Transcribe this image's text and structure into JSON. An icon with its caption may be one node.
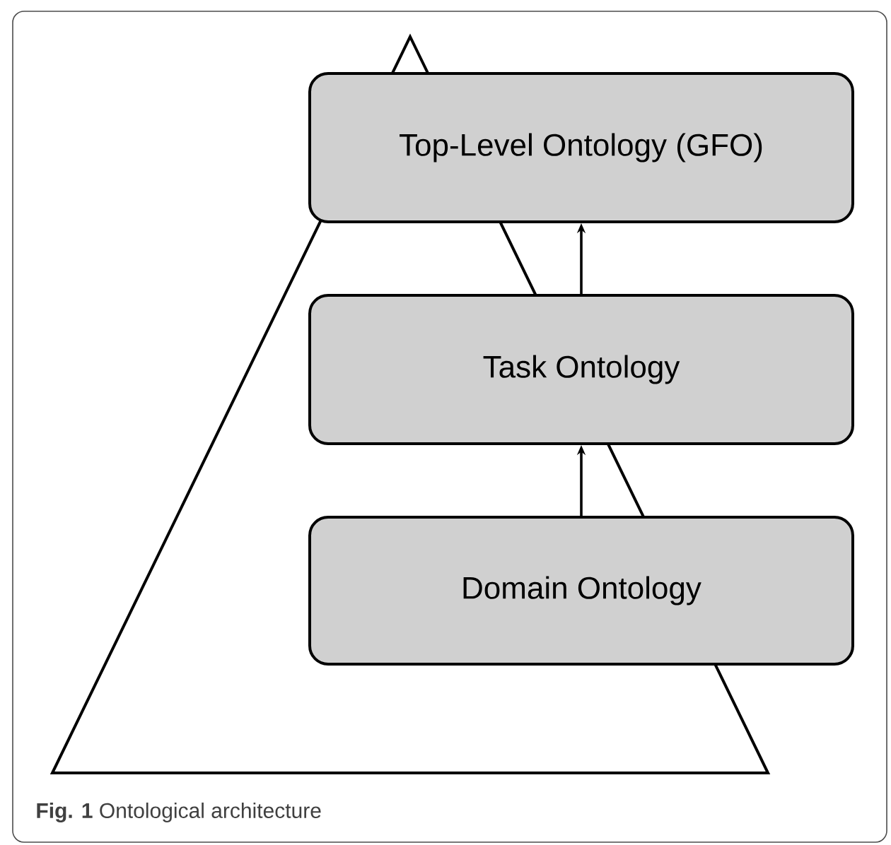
{
  "diagram": {
    "caption": "**Fig. 1** Ontological architecture",
    "nodes": [
      {
        "text": [
          "Top-Level Ontology (GFO)"
        ]
      },
      {
        "text": [
          "Task Ontology"
        ]
      },
      {
        "text": [
          "Domain Ontology"
        ]
      }
    ],
    "edges": [
      {
        "from": 1,
        "to": 0,
        "arrow": "to"
      },
      {
        "from": 2,
        "to": 1,
        "arrow": "to"
      }
    ]
  }
}
